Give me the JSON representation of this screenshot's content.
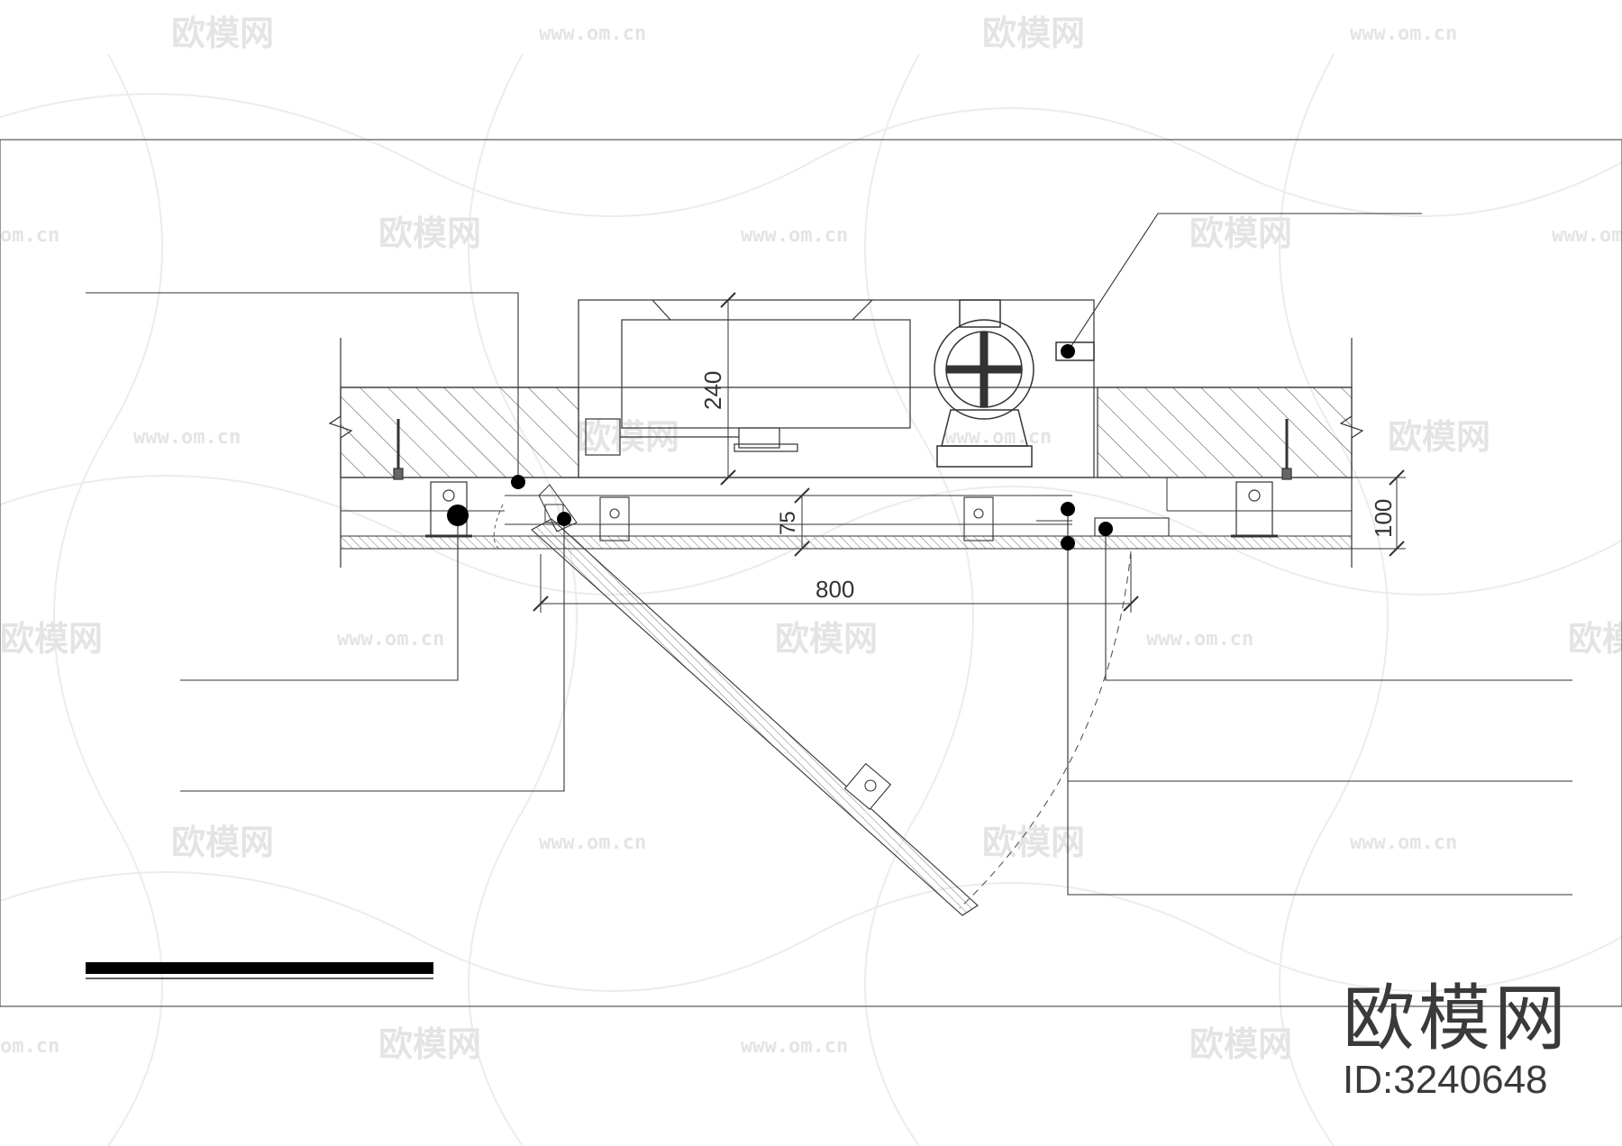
{
  "watermark": {
    "brand_text": "欧模网",
    "url_text": "www.om.cn",
    "left_url_fragment": "om.cn",
    "left_brand_fragment": "欧模网"
  },
  "dimensions": {
    "height_240": "240",
    "depth_75": "75",
    "width_800": "800",
    "height_100": "100"
  },
  "brand_mark": {
    "name": "欧模网",
    "id": "ID:3240648"
  }
}
